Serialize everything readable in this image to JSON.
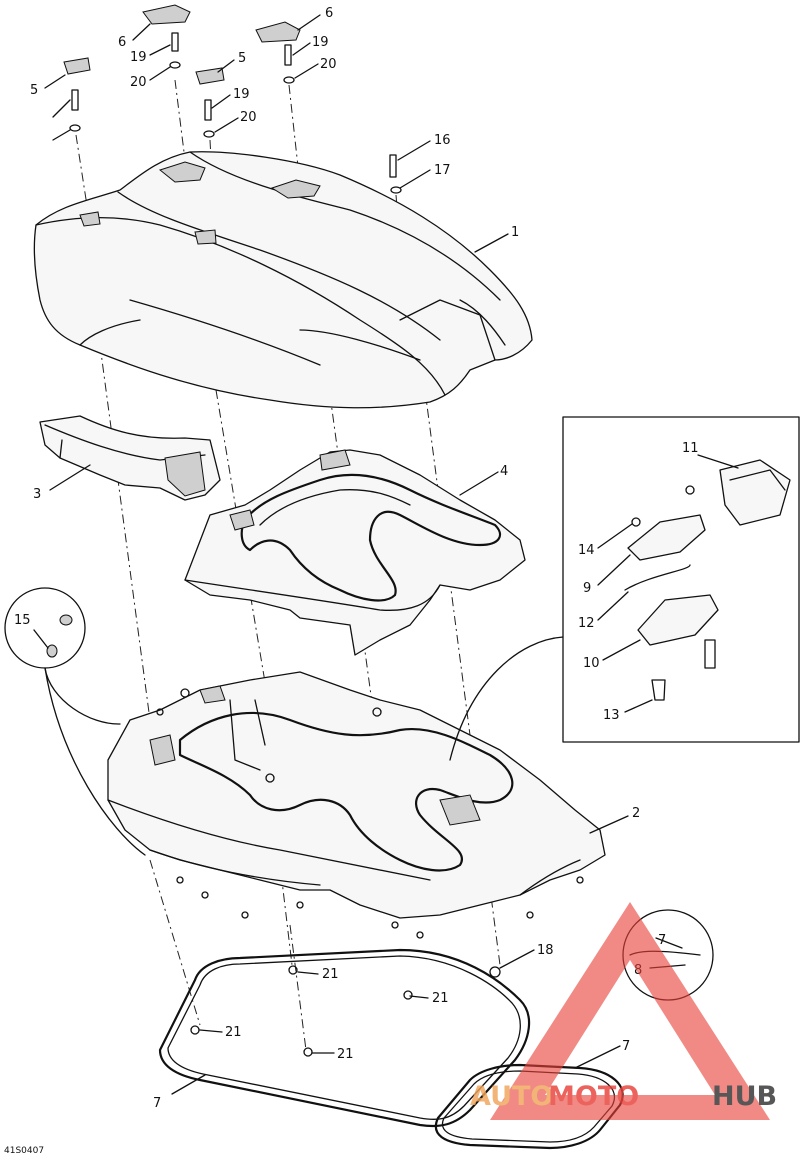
{
  "diagram_code": "41S0407",
  "callouts": [
    {
      "id": "c1",
      "text": "1"
    },
    {
      "id": "c2",
      "text": "2"
    },
    {
      "id": "c3",
      "text": "3"
    },
    {
      "id": "c4",
      "text": "4"
    },
    {
      "id": "c5a",
      "text": "5"
    },
    {
      "id": "c5b",
      "text": "5"
    },
    {
      "id": "c6a",
      "text": "6"
    },
    {
      "id": "c6b",
      "text": "6"
    },
    {
      "id": "c7a",
      "text": "7"
    },
    {
      "id": "c7b",
      "text": "7"
    },
    {
      "id": "c7c",
      "text": "7"
    },
    {
      "id": "c8",
      "text": "8"
    },
    {
      "id": "c9",
      "text": "9"
    },
    {
      "id": "c10",
      "text": "10"
    },
    {
      "id": "c11",
      "text": "11"
    },
    {
      "id": "c12",
      "text": "12"
    },
    {
      "id": "c13",
      "text": "13"
    },
    {
      "id": "c14",
      "text": "14"
    },
    {
      "id": "c15",
      "text": "15"
    },
    {
      "id": "c16",
      "text": "16"
    },
    {
      "id": "c17",
      "text": "17"
    },
    {
      "id": "c18",
      "text": "18"
    },
    {
      "id": "c19a",
      "text": "19"
    },
    {
      "id": "c19b",
      "text": "19"
    },
    {
      "id": "c19c",
      "text": "19"
    },
    {
      "id": "c20a",
      "text": "20"
    },
    {
      "id": "c20b",
      "text": "20"
    },
    {
      "id": "c20c",
      "text": "20"
    },
    {
      "id": "c21a",
      "text": "21"
    },
    {
      "id": "c21b",
      "text": "21"
    },
    {
      "id": "c21c",
      "text": "21"
    },
    {
      "id": "c21d",
      "text": "21"
    }
  ],
  "watermark": {
    "part1": "AUTO",
    "part2": "MOTO",
    "part3": "HUB",
    "color_primary": "#e8423a",
    "color_secondary": "#f0a45a",
    "color_dark": "#333333"
  }
}
